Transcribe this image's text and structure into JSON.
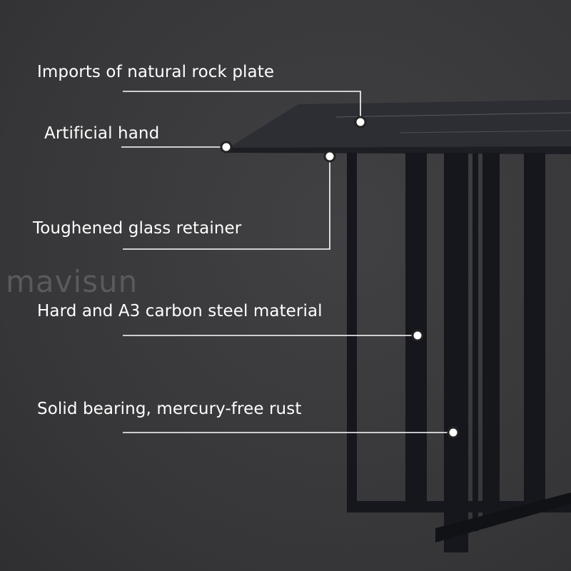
{
  "watermark": "mavisun",
  "callouts": [
    {
      "label": "Imports of natural rock plate"
    },
    {
      "label": "Artificial hand"
    },
    {
      "label": "Toughened glass retainer"
    },
    {
      "label": "Hard and A3 carbon steel material"
    },
    {
      "label": "Solid bearing, mercury-free rust"
    }
  ],
  "colors": {
    "background": "#3a3a3c",
    "text": "#ffffff",
    "leader_line": "#ffffff",
    "tabletop": "#2b2d33",
    "frame": "#15171c",
    "watermark": "#5a5a5e"
  }
}
